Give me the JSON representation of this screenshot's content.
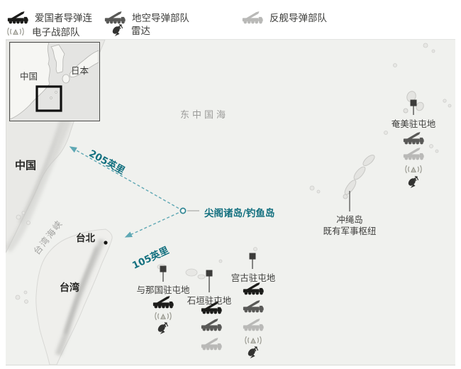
{
  "legend": {
    "items": [
      {
        "id": "patriot",
        "label": "爱国者导弹连"
      },
      {
        "id": "surface-to-air",
        "label": "地空导弹部队"
      },
      {
        "id": "anti-ship",
        "label": "反舰导弹部队"
      },
      {
        "id": "electronic-warfare",
        "label": "电子战部队"
      },
      {
        "id": "radar",
        "label": "雷达"
      }
    ]
  },
  "inset_map": {
    "china_label": "中国",
    "japan_label": "日本"
  },
  "map": {
    "sea_label": "东中国海",
    "mainland_label": "中国",
    "strait_label": "台湾海峡",
    "taipei_label": "台北",
    "taiwan_label": "台湾",
    "senkaku_label": "尖阁诸岛/钓鱼岛",
    "distance_to_china": "205英里",
    "distance_to_taipei": "105英里",
    "okinawa": {
      "name": "冲绳岛",
      "note": "既有军事枢纽"
    },
    "garrisons": [
      {
        "name": "奄美驻屯地",
        "units": [
          "surface-to-air",
          "anti-ship",
          "electronic-warfare",
          "radar"
        ]
      },
      {
        "name": "与那国驻屯地",
        "units": [
          "patriot",
          "electronic-warfare",
          "radar"
        ]
      },
      {
        "name": "石垣驻屯地",
        "units": [
          "patriot",
          "surface-to-air",
          "anti-ship"
        ]
      },
      {
        "name": "宫古驻屯地",
        "units": [
          "patriot",
          "surface-to-air",
          "anti-ship",
          "electronic-warfare",
          "radar"
        ]
      }
    ]
  },
  "colors": {
    "accent_teal_text": "#13707f",
    "accent_teal_line": "#5fa8b4",
    "patriot_icon": "#1c1c1a",
    "surface_to_air_icon": "#595957",
    "anti_ship_icon": "#b9b9b7",
    "electronic_warfare_icon": "#98988f",
    "radar_icon": "#333331"
  }
}
